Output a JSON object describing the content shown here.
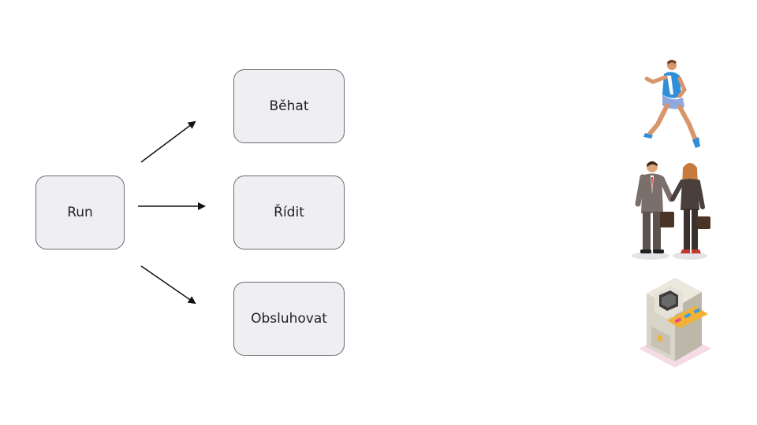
{
  "diagram": {
    "source": {
      "label": "Run"
    },
    "targets": [
      {
        "label": "Běhat",
        "icon": "runner-icon"
      },
      {
        "label": "Řídit",
        "icon": "business-people-icon"
      },
      {
        "label": "Obsluhovat",
        "icon": "machine-icon"
      }
    ]
  },
  "colors": {
    "box_fill": "#efeff3",
    "box_border": "#6c6c70",
    "arrow": "#111111"
  }
}
